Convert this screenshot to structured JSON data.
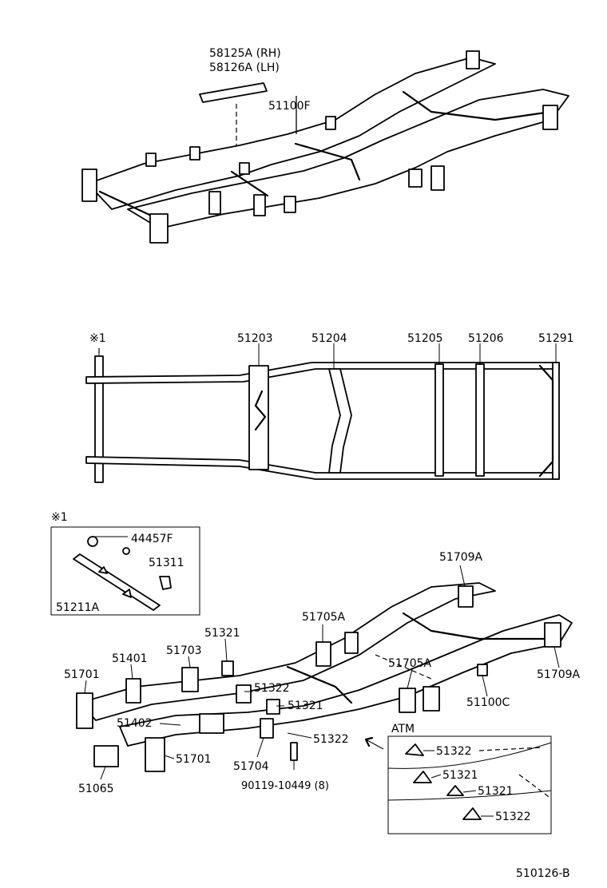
{
  "top_view": {
    "parts": [
      {
        "id": "58125A (RH)"
      },
      {
        "id": "58126A (LH)"
      },
      {
        "id": "51100F"
      }
    ]
  },
  "plan_view": {
    "parts": [
      "※1",
      "51203",
      "51204",
      "51205",
      "51206",
      "51291"
    ]
  },
  "inset_note": {
    "marker": "※1",
    "parts": [
      "44457F",
      "51311",
      "51211A"
    ]
  },
  "bottom_view": {
    "parts": [
      "51709A",
      "51705A",
      "51321",
      "51703",
      "51401",
      "51701",
      "51709A",
      "51705A",
      "51322",
      "51321",
      "51100C",
      "51402",
      "51322",
      "51701",
      "51065",
      "51704",
      "90119-10449 (8)"
    ]
  },
  "atm_inset": {
    "title": "ATM",
    "parts": [
      "51322",
      "51321",
      "51321",
      "51322"
    ]
  },
  "footer": {
    "ref": "510126-B"
  }
}
